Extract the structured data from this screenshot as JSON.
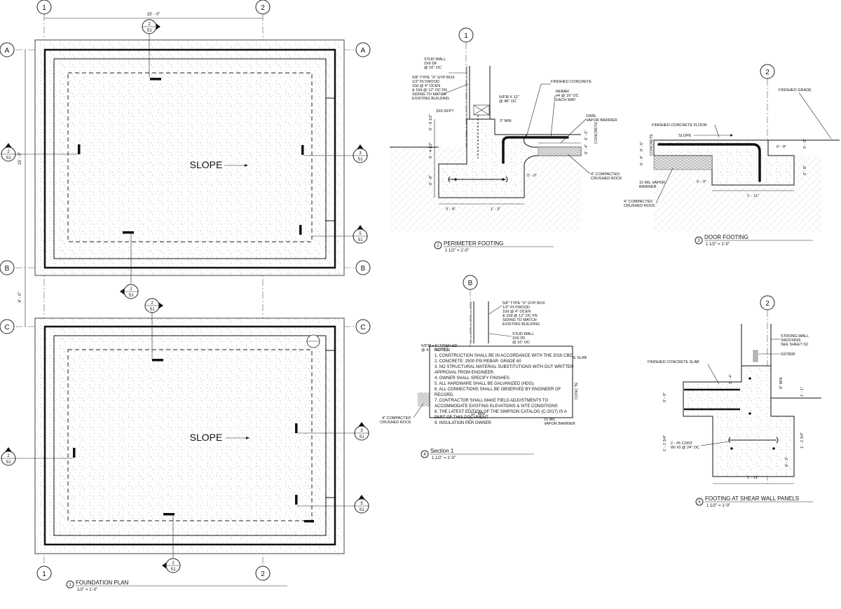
{
  "plan": {
    "grid_cols": [
      "1",
      "2"
    ],
    "grid_rows": [
      "A",
      "B",
      "C"
    ],
    "dim_width": "15' - 0\"",
    "dim_height": "15' - 0\"",
    "dim_gap": "4' - 0\"",
    "slope_label": "SLOPE",
    "section_tags": {
      "s2": {
        "num": "2",
        "sheet": "S1"
      },
      "s3": {
        "num": "3",
        "sheet": "S1"
      },
      "s5": {
        "num": "5",
        "sheet": "S1"
      }
    },
    "title_num": "1",
    "title": "FOUNDATION PLAN",
    "scale": "1/2\" = 1'-0\""
  },
  "detail2": {
    "grid": "1",
    "labels": {
      "stud_wall": [
        "STUD WALL",
        "2X6 DF",
        "@ 16\" OC"
      ],
      "gyp": [
        "5/8\" TYPE \"X\" GYP BOX",
        "1/2\" PLYWOOD",
        "10d @ 4\" OCEN",
        "& 10d @ 12\" OC FN",
        "SIDING TO MATCH",
        "EXISTING BUILDING"
      ],
      "anchor": [
        "5/8\"Ø X 12\"",
        "@ 48\" OC"
      ],
      "dfpt": "3X6 DFPT",
      "min": "3\" MIN",
      "finished": "FINISHED CONCRETE",
      "rebar": [
        "REBAR",
        "#4 @ 16\" OC",
        "EACH WAY"
      ],
      "vapor": [
        "15MIL",
        "VAPOR BARRIER"
      ],
      "concrete": "CONCRETE",
      "compacted": [
        "4\" COMPACTED",
        "CRUSHED ROCK"
      ],
      "dims": [
        "0' - 8 1/2\"",
        "0' - 4 1/2\"",
        "0' - 8\"",
        "0' - 8\"",
        "1' - 3\"",
        "0' - 9\"",
        "0' - 5\"",
        "0' - 4\""
      ]
    },
    "title_num": "2",
    "title": "PERIMETER FOOTING",
    "scale": "1 1/2\" = 1'-0\""
  },
  "detail3": {
    "grid": "2",
    "labels": {
      "grade": "FINISHED GRADE",
      "floor": "FINISHED CONCRETE FLOOR",
      "slope": "SLOPE",
      "concrete": "CONCRETE",
      "vapor": [
        "15 MIL VAPOR",
        "BARRIER"
      ],
      "compacted": [
        "4\" COMPACTED",
        "CRUSHED ROCK"
      ],
      "dims": [
        "0' - 5\"",
        "0' - 4\"",
        "0' - 8\"",
        "0' - 9\"",
        "1' - 11\"",
        "0' - 8\"",
        "0' - 5\""
      ]
    },
    "title_num": "3",
    "title": "DOOR FOOTING",
    "scale": "1 1/2\" = 1'-0\""
  },
  "detail4": {
    "grid": "B",
    "labels": {
      "gyp": [
        "5/8\" TYPE \"X\" GYP BOX",
        "1/2\" PLYWOOD",
        "10d @ 4\" OCEN",
        "& 10d @ 12\" OC FN",
        "SIDING TO MATCH",
        "EXISTING BUILDING"
      ],
      "stud_wall": [
        "STUD WALL",
        "2X6 DF",
        "@ 16\" OC"
      ],
      "titen": [
        "5/8\"Ø x 6\" TITEN HD",
        "@ 4"
      ],
      "compacted": [
        "4\" COMPACTED",
        "CRUSHED ROCK"
      ],
      "min": "12\" MIN",
      "vapor": [
        "15 MIL",
        "VAPOR BARRIER"
      ],
      "slab": "E SLAB",
      "conc": "CONC TE"
    },
    "notes_title": "NOTES:",
    "notes": [
      "1. CONSTRUCTION SHALL BE IN ACCORDANCE WITH THE 2016 CBC",
      "2. CONCRETE: 2500 PSI REBAR: GRADE 60",
      "3. NO STRUCTURAL MATERIAL SUBSTITUTIONS WITH OUT WRITTEN",
      "APPROVAL FROM ENGINEER.",
      "4. OWNER SHALL SPECIFY FINISHES.",
      "5. ALL HARDWARE SHALL BE GALVANIZED (HDG).",
      "6. ALL CONNECTIONS SHALL BE OBSERVED BY ENGINEER OF",
      "RECORD.",
      "7. CONTRACTOR SHALL MAKE FIELD ADJUSTMENTS TO",
      "ACCOMMODATE EXISTING ELEVATIONS & SITE CONDITIONS",
      "8. THE LATEST EDITION OF THE SIMPSON CATALOG (C-2017) IS A",
      "PART OF THIS DOCUMENT",
      "9. INSULATION PER OWNER"
    ],
    "title_num": "4",
    "title": "Section 1",
    "scale": "1 1/2\" = 1'-0\""
  },
  "detail5": {
    "grid": "2",
    "labels": {
      "strongwall": [
        "STRONG-WALL",
        "SW22X8X6",
        "SEE SHEET S2"
      ],
      "sstb": "SSTB28",
      "slab": "FINISHED CONCRETE SLAB",
      "cont": [
        "2 - #5 CONT",
        "W/ #3 @ 24\" OC"
      ],
      "dims": [
        "0' - 4\"",
        "8\" MIN",
        "1' - 1\"",
        "0' - 9\"",
        "1' - 2 3/4\"",
        "1' - 2 3/4\"",
        "0' - 3\"",
        "1' - 11\""
      ]
    },
    "title_num": "5",
    "title": "FOOTING AT SHEAR WALL PANELS",
    "scale": "1 1/2\" = 1'-0\""
  }
}
